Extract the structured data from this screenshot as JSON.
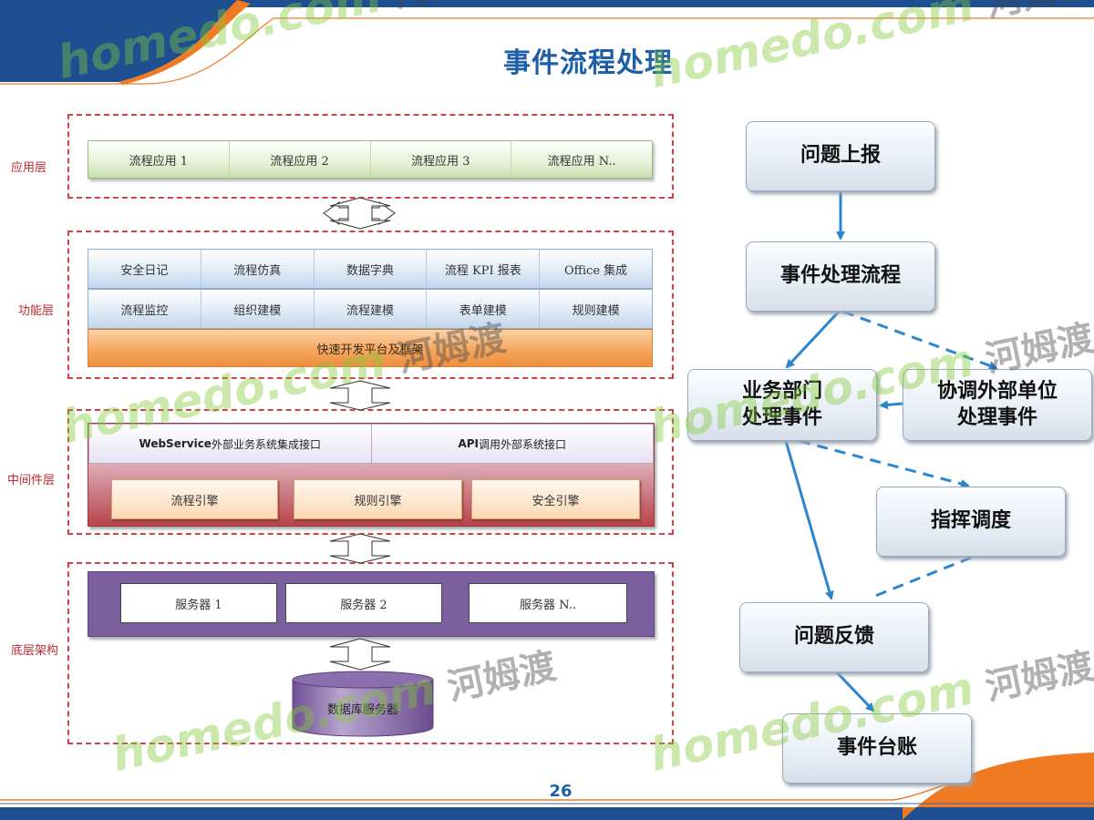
{
  "title": "事件流程处理",
  "page_number": "26",
  "watermark": {
    "latin": "homedo.com",
    "chinese": "河姆渡"
  },
  "architecture": {
    "layers": {
      "app": "应用层",
      "function": "功能层",
      "middleware": "中间件层",
      "base": "底层架构"
    },
    "app_items": [
      "流程应用 1",
      "流程应用 2",
      "流程应用 3",
      "流程应用 N.."
    ],
    "func_row1": [
      "安全日记",
      "流程仿真",
      "数据字典",
      "流程 KPI 报表",
      "Office 集成"
    ],
    "func_row2": [
      "流程监控",
      "组织建模",
      "流程建模",
      "表单建模",
      "规则建模"
    ],
    "func_platform": "快速开发平台及框架",
    "middleware_top": [
      {
        "bold": "WebService",
        "rest": " 外部业务系统集成接口"
      },
      {
        "bold": "API",
        "rest": " 调用外部系统接口"
      }
    ],
    "engines": [
      "流程引擎",
      "规则引擎",
      "安全引擎"
    ],
    "servers": [
      "服务器 1",
      "服务器 2",
      "服务器 N.."
    ],
    "database": "数据库服务器"
  },
  "flow": {
    "report": "问题上报",
    "process": "事件处理流程",
    "dept_line1": "业务部门",
    "dept_line2": "处理事件",
    "ext_line1": "协调外部单位",
    "ext_line2": "处理事件",
    "dispatch": "指挥调度",
    "feedback": "问题反馈",
    "ledger": "事件台账"
  },
  "colors": {
    "title": "#1f5fa8",
    "arrow": "#2a86d0",
    "layer_border": "#d0424a",
    "header_blue": "#1d4f91",
    "footer_orange": "#f07a22"
  }
}
